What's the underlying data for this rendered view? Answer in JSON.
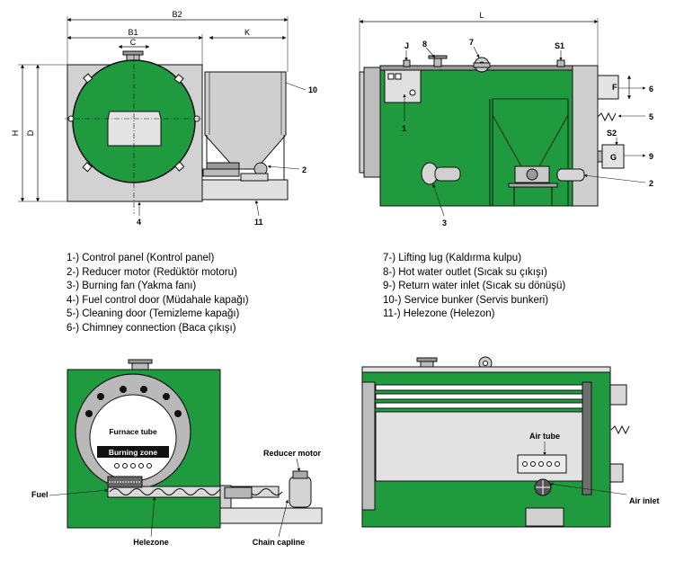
{
  "dimensions": {
    "b2": "B2",
    "b1": "B1",
    "c": "C",
    "k": "K",
    "h": "H",
    "d": "D",
    "l": "L",
    "j": "J",
    "f": "F",
    "g": "G",
    "s1": "S1",
    "s2": "S2"
  },
  "callouts": {
    "n1": "1",
    "n2": "2",
    "n3": "3",
    "n4": "4",
    "n5": "5",
    "n6": "6",
    "n7": "7",
    "n8": "8",
    "n9": "9",
    "n10": "10",
    "n11": "11"
  },
  "legend_left": [
    "1-) Control panel (Kontrol panel)",
    "2-) Reducer motor (Redüktör motoru)",
    "3-) Burning fan (Yakma fanı)",
    "4-) Fuel control door (Müdahale kapağı)",
    "5-) Cleaning door (Temizleme kapağı)",
    "6-) Chimney connection (Baca çıkışı)"
  ],
  "legend_right": [
    "7-) Lifting lug (Kaldırma kulpu)",
    "8-) Hot water outlet (Sıcak su çıkışı)",
    "9-) Return water inlet (Sıcak su dönüşü)",
    "10-) Service bunker (Servis bunkeri)",
    "11-) Helezone (Helezon)"
  ],
  "section_labels": {
    "furnace_tube": "Furnace tube",
    "burning_zone": "Burning zone",
    "reducer_motor": "Reducer motor",
    "fuel": "Fuel",
    "helezone": "Helezone",
    "chain_capline": "Chain capline",
    "air_tube": "Air tube",
    "air_inlet": "Air inlet"
  },
  "colors": {
    "boiler_green": "#1f9a3e",
    "steel_grey": "#c8c8c8",
    "dark_grey": "#6e6e6e",
    "outline": "#111111"
  }
}
